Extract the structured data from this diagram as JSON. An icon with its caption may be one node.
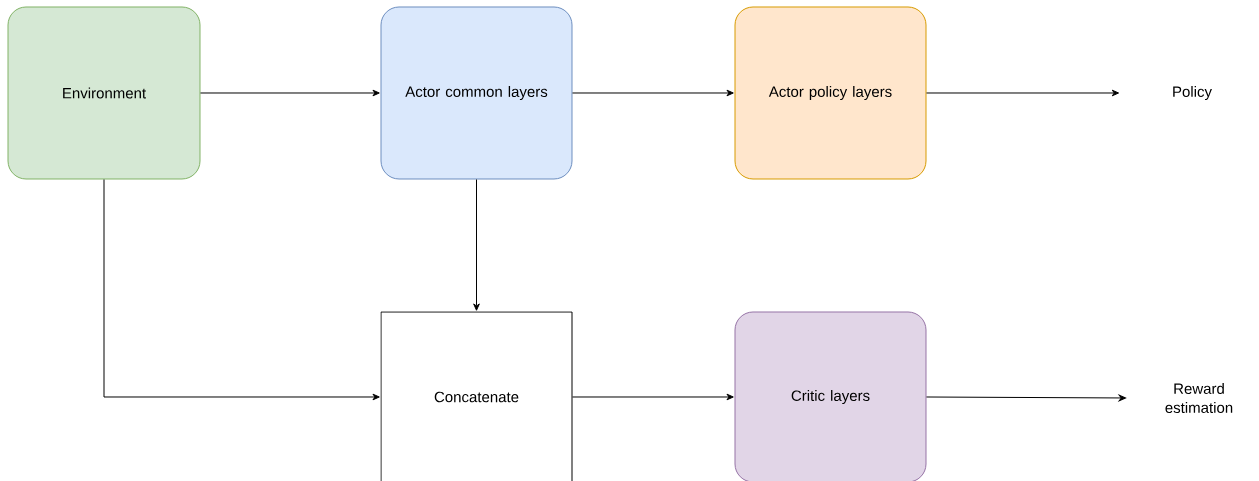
{
  "diagram": {
    "nodes": [
      {
        "text": [
          "Environment"
        ]
      },
      {
        "text": [
          "Actor common layers"
        ]
      },
      {
        "text": [
          "Actor policy layers"
        ]
      },
      {
        "text": [
          "Policy"
        ]
      },
      {
        "text": [
          "Concatenate"
        ]
      },
      {
        "text": [
          "Critic layers"
        ]
      },
      {
        "text": [
          "Reward estimation"
        ]
      }
    ],
    "edges": [
      {
        "from": 0,
        "to": 1,
        "arrow": "to"
      },
      {
        "from": 1,
        "to": 2,
        "arrow": "to"
      },
      {
        "from": 2,
        "to": 3,
        "arrow": "to"
      },
      {
        "from": 1,
        "to": 4,
        "arrow": "to"
      },
      {
        "from": 0,
        "to": 4,
        "arrow": "to"
      },
      {
        "from": 4,
        "to": 5,
        "arrow": "to"
      },
      {
        "from": 5,
        "to": 6,
        "arrow": "to"
      }
    ]
  }
}
